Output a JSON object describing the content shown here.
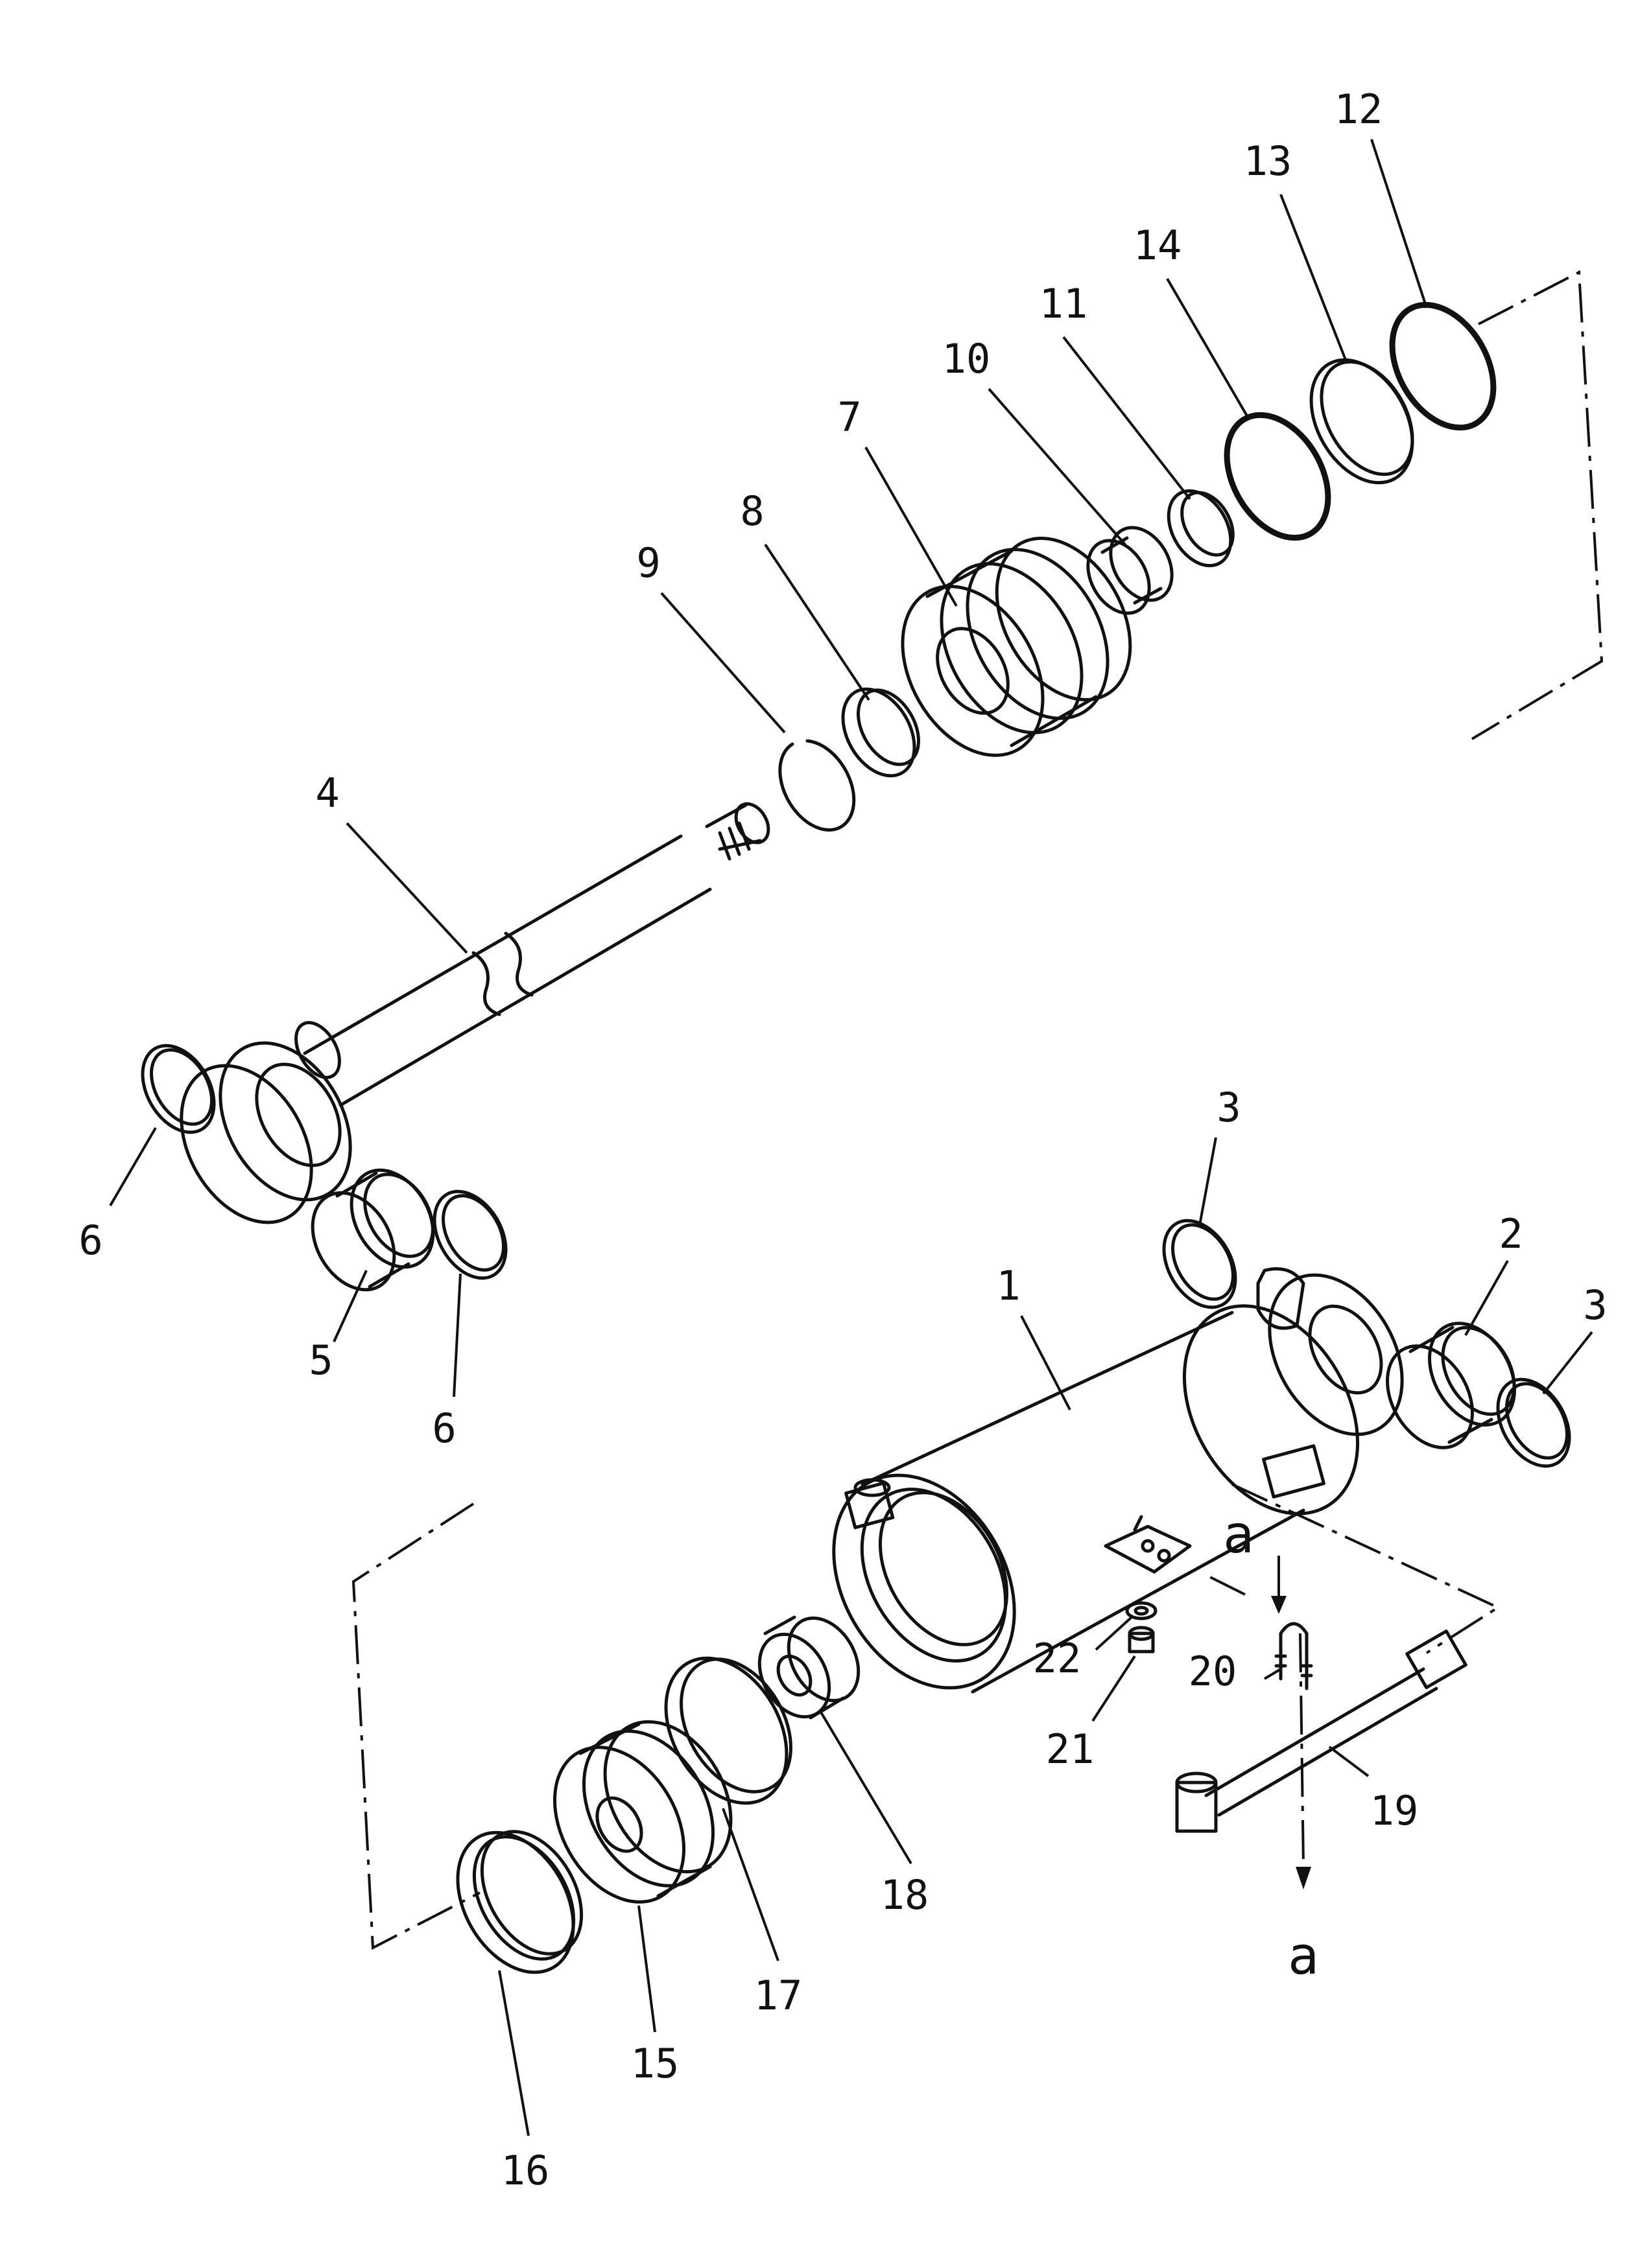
{
  "callouts": {
    "c1": "1",
    "c2": "2",
    "c3a": "3",
    "c3b": "3",
    "c4": "4",
    "c5": "5",
    "c6a": "6",
    "c6b": "6",
    "c7": "7",
    "c8": "8",
    "c9": "9",
    "c10": "10",
    "c11": "11",
    "c12": "12",
    "c13": "13",
    "c14": "14",
    "c15": "15",
    "c16": "16",
    "c17": "17",
    "c18": "18",
    "c19": "19",
    "c20": "20",
    "c21": "21",
    "c22": "22"
  },
  "section_marks": {
    "a_top": "a",
    "a_bottom": "a"
  }
}
